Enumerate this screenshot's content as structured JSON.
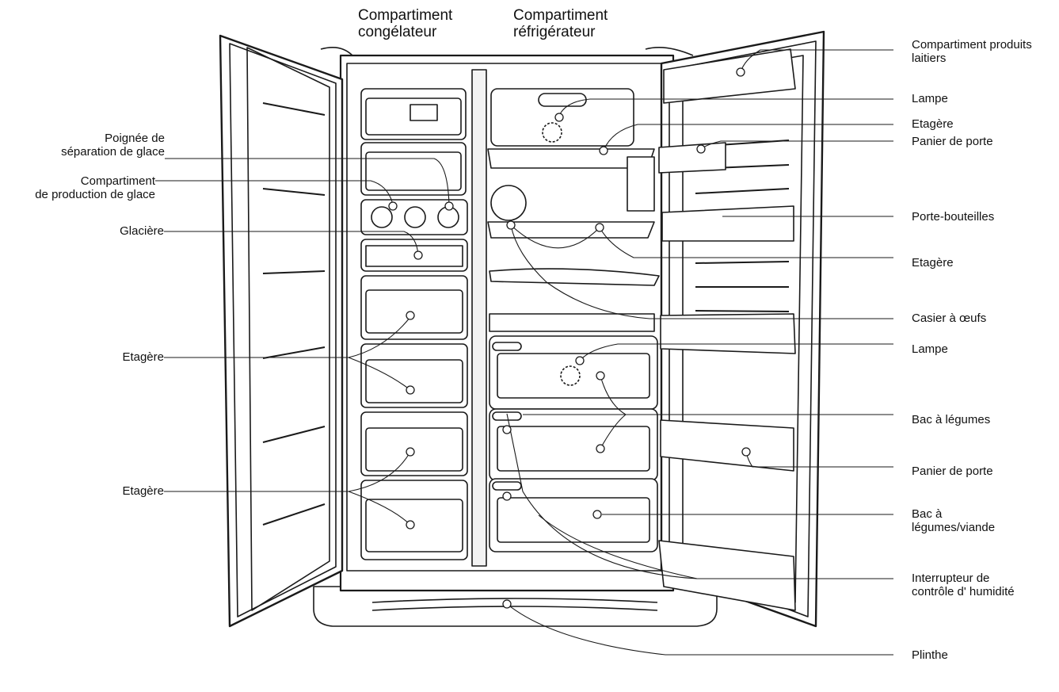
{
  "header": {
    "freezer": "Compartiment\ncongélateur",
    "fridge": "Compartiment\nréfrigérateur"
  },
  "left_labels": {
    "ice_handle": "Poignée de\nséparation de glace",
    "ice_maker": "Compartiment\nde production de glace",
    "ice_bin": "Glacière",
    "shelf_1": "Etagère",
    "shelf_2": "Etagère"
  },
  "right_labels": {
    "dairy": "Compartiment produits\nlaitiers",
    "lamp_top": "Lampe",
    "shelf_top": "Etagère",
    "door_basket_1": "Panier de porte",
    "bottle_holder": "Porte-bouteilles",
    "shelf_mid": "Etagère",
    "egg_tray": "Casier à œufs",
    "lamp_bottom": "Lampe",
    "crisper": "Bac à légumes",
    "door_basket_2": "Panier de porte",
    "meat_crisper": "Bac à\nlégumes/viande",
    "humidity_switch": "Interrupteur de\ncontrôle d' humidité",
    "base_grille": "Plinthe"
  },
  "colors": {
    "stroke": "#1a1a1a",
    "fill": "#ffffff",
    "shade": "#e9e9e9"
  }
}
